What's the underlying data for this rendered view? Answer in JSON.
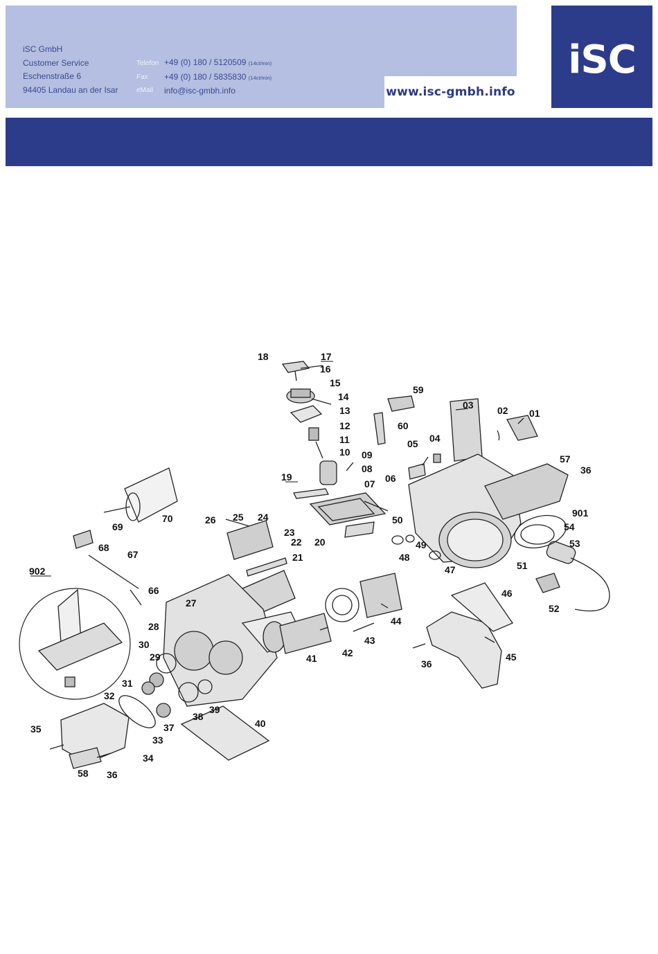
{
  "company": {
    "name": "iSC GmbH",
    "department": "Customer Service",
    "street": "Eschenstraße 6",
    "city": "94405 Landau an der Isar"
  },
  "contact": {
    "phone_label": "Telefon",
    "phone": "+49 (0) 180 / 5120509",
    "phone_rate": "(14ct/min)",
    "fax_label": "Fax",
    "fax": "+49 (0) 180 / 5835830",
    "fax_rate": "(14ct/min)",
    "email_label": "eMail",
    "email": "info@isc-gmbh.info"
  },
  "website": "www.isc-gmbh.info",
  "logo_text": "iSC",
  "colors": {
    "brand_dark": "#2d3c8a",
    "brand_light": "#b4bfe1",
    "text_blue": "#3b4a8f"
  },
  "part_labels": [
    "01",
    "02",
    "03",
    "04",
    "05",
    "06",
    "07",
    "08",
    "09",
    "10",
    "11",
    "12",
    "13",
    "14",
    "15",
    "16",
    "17",
    "18",
    "19",
    "20",
    "21",
    "22",
    "23",
    "24",
    "25",
    "26",
    "27",
    "28",
    "29",
    "30",
    "31",
    "32",
    "33",
    "34",
    "35",
    "36",
    "36",
    "36",
    "37",
    "38",
    "39",
    "40",
    "41",
    "42",
    "43",
    "44",
    "45",
    "46",
    "47",
    "48",
    "49",
    "50",
    "51",
    "52",
    "53",
    "54",
    "57",
    "58",
    "59",
    "60",
    "66",
    "67",
    "68",
    "69",
    "70",
    "901",
    "902"
  ]
}
